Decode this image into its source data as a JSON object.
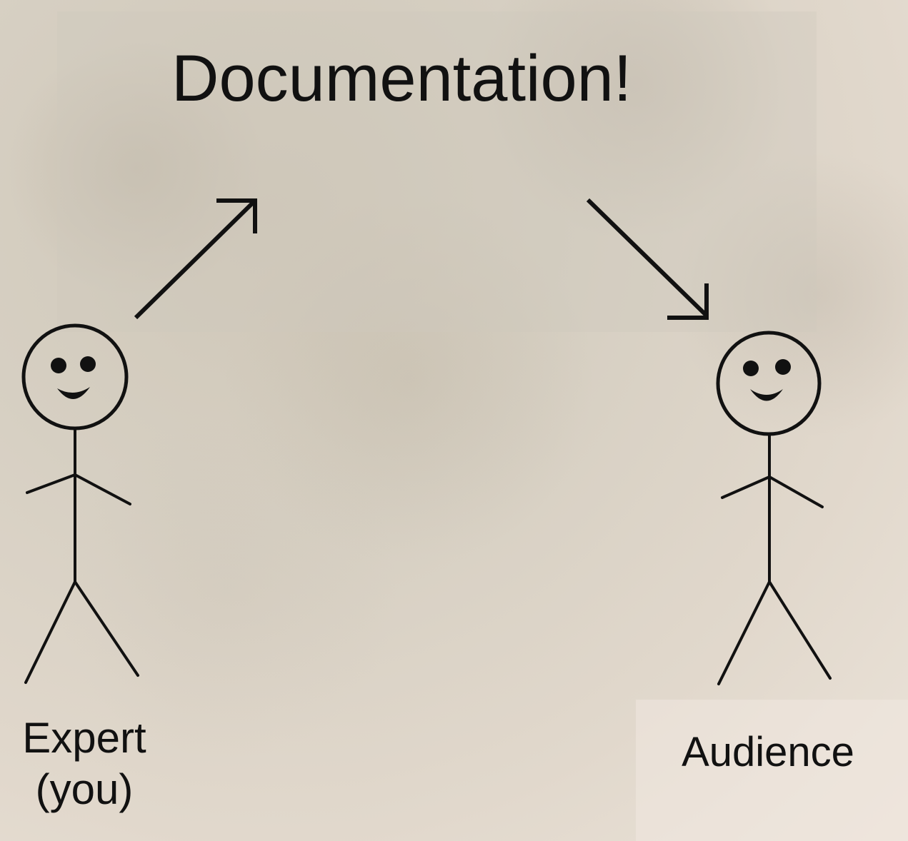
{
  "title": "Documentation!",
  "expert": {
    "label_line1": "Expert",
    "label_line2": "(you)"
  },
  "audience": {
    "label": "Audience"
  },
  "colors": {
    "ink": "#111111",
    "paper": "#ddd5c8"
  },
  "icons": [
    "stick-figure-expert",
    "stick-figure-audience",
    "arrow-up-right",
    "arrow-down-right"
  ]
}
